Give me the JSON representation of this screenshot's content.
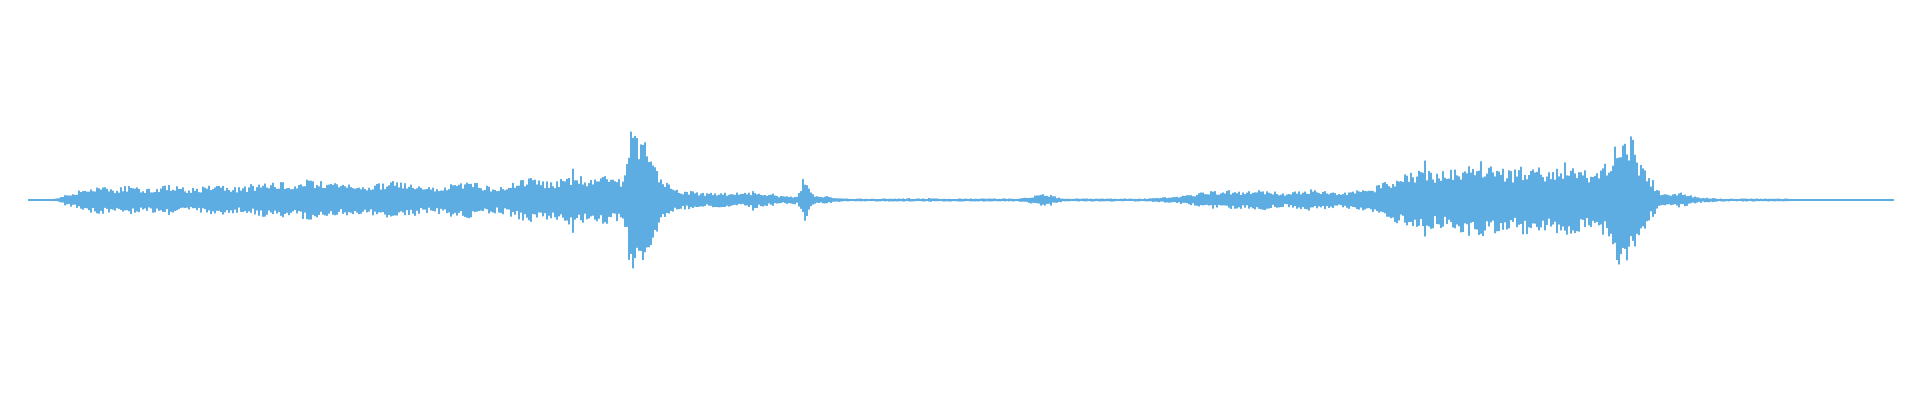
{
  "waveform": {
    "color": "#5DADE2",
    "background": "#FFFFFF",
    "envelope": [
      0.01,
      0.01,
      0.01,
      0.01,
      0.02,
      0.05,
      0.08,
      0.11,
      0.14,
      0.16,
      0.18,
      0.18,
      0.16,
      0.16,
      0.18,
      0.19,
      0.17,
      0.16,
      0.16,
      0.17,
      0.19,
      0.2,
      0.19,
      0.17,
      0.16,
      0.16,
      0.18,
      0.2,
      0.22,
      0.21,
      0.18,
      0.17,
      0.18,
      0.19,
      0.21,
      0.22,
      0.24,
      0.25,
      0.24,
      0.22,
      0.23,
      0.25,
      0.27,
      0.26,
      0.24,
      0.23,
      0.22,
      0.21,
      0.2,
      0.19,
      0.18,
      0.19,
      0.21,
      0.23,
      0.24,
      0.25,
      0.24,
      0.22,
      0.2,
      0.18,
      0.17,
      0.18,
      0.2,
      0.22,
      0.24,
      0.25,
      0.24,
      0.22,
      0.2,
      0.18,
      0.16,
      0.18,
      0.21,
      0.24,
      0.28,
      0.3,
      0.29,
      0.27,
      0.26,
      0.28,
      0.31,
      0.33,
      0.32,
      0.3,
      0.28,
      0.29,
      0.31,
      0.3,
      0.28,
      0.26,
      0.92,
      1.0,
      0.82,
      0.61,
      0.42,
      0.28,
      0.2,
      0.16,
      0.13,
      0.12,
      0.1,
      0.09,
      0.09,
      0.1,
      0.1,
      0.09,
      0.08,
      0.09,
      0.1,
      0.11,
      0.09,
      0.07,
      0.06,
      0.05,
      0.05,
      0.06,
      0.31,
      0.1,
      0.06,
      0.05,
      0.04,
      0.03,
      0.02,
      0.02,
      0.02,
      0.02,
      0.02,
      0.02,
      0.02,
      0.02,
      0.02,
      0.02,
      0.02,
      0.02,
      0.02,
      0.02,
      0.02,
      0.02,
      0.02,
      0.02,
      0.02,
      0.02,
      0.02,
      0.02,
      0.02,
      0.02,
      0.02,
      0.02,
      0.02,
      0.03,
      0.05,
      0.07,
      0.08,
      0.06,
      0.04,
      0.02,
      0.02,
      0.02,
      0.02,
      0.02,
      0.02,
      0.02,
      0.02,
      0.02,
      0.02,
      0.02,
      0.02,
      0.02,
      0.03,
      0.03,
      0.04,
      0.04,
      0.05,
      0.06,
      0.07,
      0.09,
      0.11,
      0.12,
      0.11,
      0.12,
      0.13,
      0.12,
      0.11,
      0.12,
      0.14,
      0.13,
      0.11,
      0.1,
      0.09,
      0.1,
      0.12,
      0.13,
      0.14,
      0.13,
      0.12,
      0.11,
      0.1,
      0.11,
      0.12,
      0.13,
      0.14,
      0.16,
      0.2,
      0.24,
      0.28,
      0.31,
      0.33,
      0.36,
      0.38,
      0.39,
      0.37,
      0.35,
      0.38,
      0.42,
      0.45,
      0.47,
      0.49,
      0.51,
      0.49,
      0.47,
      0.44,
      0.41,
      0.39,
      0.42,
      0.46,
      0.48,
      0.44,
      0.4,
      0.38,
      0.45,
      0.52,
      0.49,
      0.44,
      0.39,
      0.37,
      0.43,
      0.5,
      0.56,
      0.89,
      0.95,
      0.8,
      0.55,
      0.36,
      0.22,
      0.12,
      0.08,
      0.07,
      0.1,
      0.08,
      0.06,
      0.04,
      0.03,
      0.03,
      0.02,
      0.02,
      0.02,
      0.02,
      0.02,
      0.02,
      0.02,
      0.02,
      0.02,
      0.02,
      0.02,
      0.01,
      0.01,
      0.01,
      0.01,
      0.01,
      0.01,
      0.01,
      0.01,
      0.01,
      0.01,
      0.01,
      0.01,
      0.01,
      0.01,
      0.01,
      0.01
    ]
  }
}
